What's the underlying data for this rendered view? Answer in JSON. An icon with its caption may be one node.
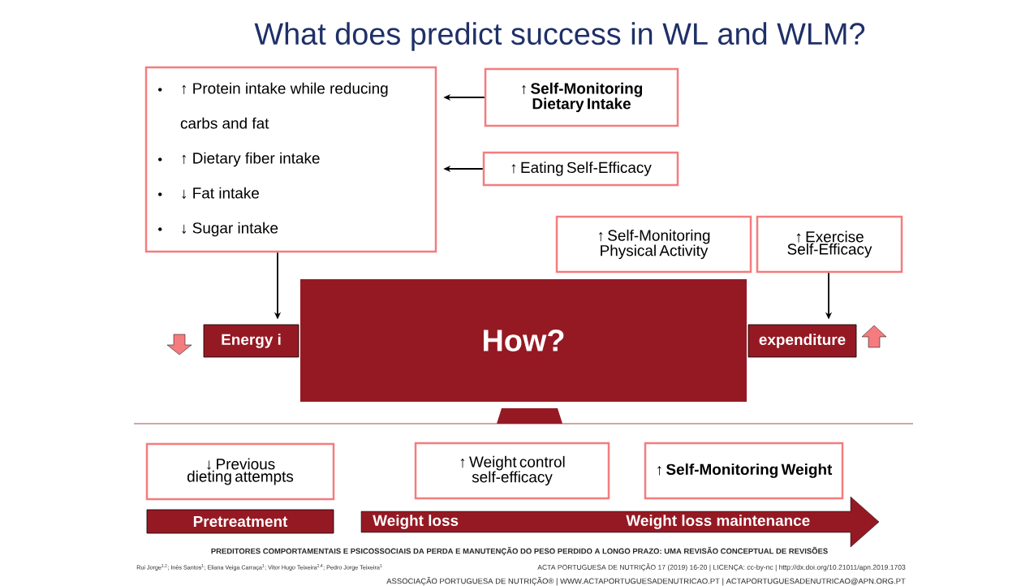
{
  "diagram": {
    "title": "What does predict success in WL and WLM?",
    "nodes": [
      {
        "text": [
          "↑ Protein intake while reducing carbs and fat",
          "↑ Dietary fiber intake",
          "↓ Fat intake",
          "↓ Sugar intake"
        ]
      },
      {
        "text": [
          "↑ Self-Monitoring Dietary Intake"
        ]
      },
      {
        "text": [
          "↑ Eating Self-Efficacy"
        ]
      },
      {
        "text": [
          "↑ Self-Monitoring Physical Activity"
        ]
      },
      {
        "text": [
          "↑ Exercise Self-Efficacy"
        ]
      },
      {
        "text": [
          "Energy i"
        ]
      },
      {
        "text": [
          "How?"
        ]
      },
      {
        "text": [
          "expenditure"
        ]
      },
      {
        "text": [
          "↓ Previous dieting attempts"
        ]
      },
      {
        "text": [
          "↑ Weight control self-efficacy"
        ]
      },
      {
        "text": [
          "↑ Self-Monitoring Weight"
        ]
      },
      {
        "text": [
          "Pretreatment"
        ]
      },
      {
        "text": [
          "Weight loss",
          "Weight loss maintenance"
        ]
      }
    ],
    "edges": [
      {
        "from": 1,
        "to": 0,
        "arrow": "to"
      },
      {
        "from": 2,
        "to": 0,
        "arrow": "to"
      },
      {
        "from": 0,
        "to": 5,
        "arrow": "to"
      },
      {
        "from": 4,
        "to": 7,
        "arrow": "to"
      }
    ],
    "labels": [
      "PREDITORES COMPORTAMENTAIS E PSICOSSOCIAIS DA PERDA E MANUTENÇÃO DO PESO PERDIDO A LONGO PRAZO: UMA REVISÃO CONCEPTUAL DE REVISÕES",
      "Rui Jorge$^{1,2}$; Inês Santos$^{1}$; Eliana Veiga Carraça$^{1}$; Vitor Hugo Teixeira$^{2,4}$; Pedro Jorge Teixeira$^{1}$",
      "ACTA PORTUGUESA DE NUTRIÇÃO 17 (2019) 16-20 | LICENÇA: cc-by-nc | http://dx.doi.org/10.21011/apn.2019.1703",
      "ASSOCIAÇÃO PORTUGUESA DE NUTRIÇÃO® | WWW.ACTAPORTUGUESADENUTRICAO.PT | ACTAPORTUGUESADENUTRICAO@APN.ORG.PT"
    ]
  }
}
